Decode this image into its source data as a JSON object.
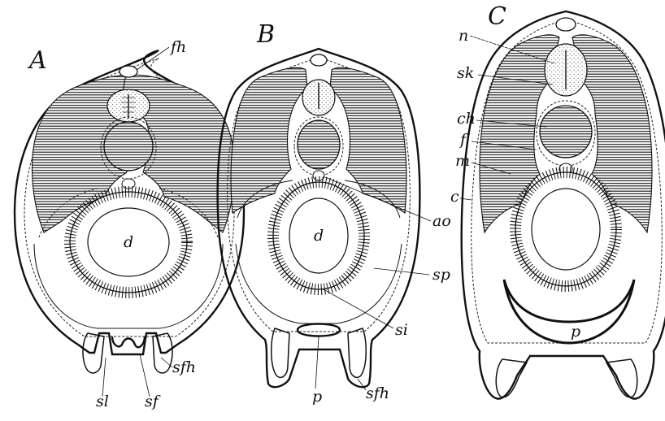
{
  "figure": {
    "panels": [
      {
        "letter": "A",
        "labels": {
          "fh": "fh",
          "d": "d",
          "sfh": "sfh",
          "sl": "sl",
          "sf": "sf"
        }
      },
      {
        "letter": "B",
        "labels": {
          "d": "d",
          "ao": "ao",
          "sp": "sp",
          "si": "si",
          "p": "p",
          "sfh": "sfh"
        }
      },
      {
        "letter": "C",
        "labels": {
          "n": "n",
          "sk": "sk",
          "ch": "ch",
          "f": "f",
          "m": "m",
          "c": "c",
          "p": "p"
        }
      }
    ]
  }
}
